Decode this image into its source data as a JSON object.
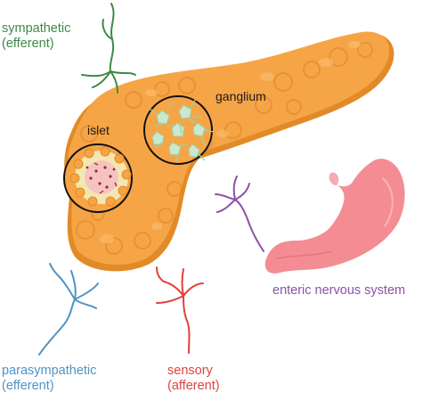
{
  "labels": {
    "sympathetic": [
      "sympathetic",
      "(efferent)"
    ],
    "parasympathetic": [
      "parasympathetic",
      "(efferent)"
    ],
    "sensory": [
      "sensory",
      "(afferent)"
    ],
    "enteric": "enteric nervous system",
    "islet": "islet",
    "ganglium": "ganglium"
  },
  "colors": {
    "sympathetic": "#3e8a43",
    "parasympathetic": "#4f93c5",
    "sensory": "#e0423f",
    "enteric": "#8a52a8",
    "pancreas": "#f6a546",
    "pancreas_shadow": "#e28a27",
    "stomach": "#f48c94",
    "islet_fill": "#f3e7b1",
    "ganglion_fill": "#c9e8cf"
  }
}
